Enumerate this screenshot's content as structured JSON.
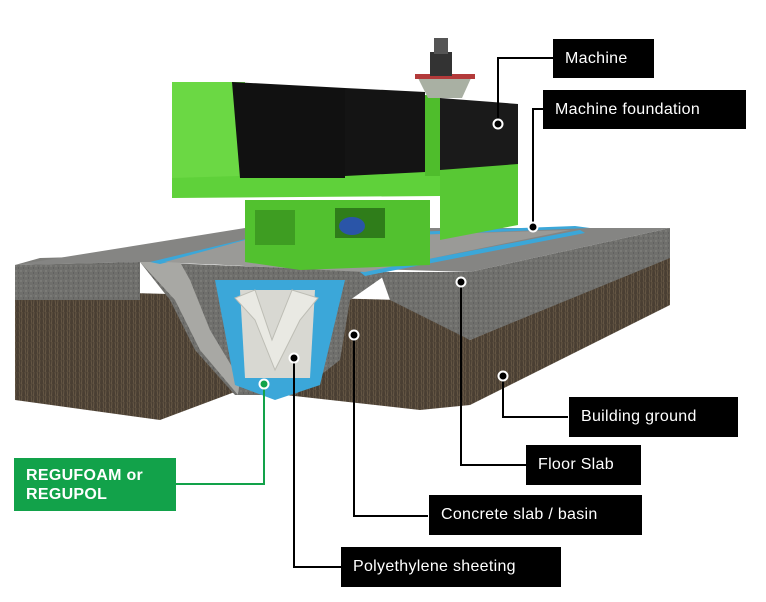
{
  "diagram": {
    "title": "Machine foundation vibration isolation cross-section",
    "colors": {
      "machine_green": "#5fd13a",
      "isolation_blue": "#3ba7d9",
      "concrete_gray": "#8a8a88",
      "soil_brown": "#4a3f33",
      "label_black": "#000000",
      "label_green": "#12a24a"
    },
    "labels": [
      {
        "id": "machine",
        "text": "Machine",
        "style": "black"
      },
      {
        "id": "machine-foundation",
        "text": "Machine foundation",
        "style": "black"
      },
      {
        "id": "building-ground",
        "text": "Building ground",
        "style": "black"
      },
      {
        "id": "floor-slab",
        "text": "Floor Slab",
        "style": "black"
      },
      {
        "id": "concrete-slab-basin",
        "text": "Concrete slab / basin",
        "style": "black"
      },
      {
        "id": "polyethylene-sheeting",
        "text": "Polyethylene sheeting",
        "style": "black"
      },
      {
        "id": "regufoam-regupol",
        "text": "REGUFOAM or REGUPOL",
        "style": "green"
      }
    ]
  }
}
